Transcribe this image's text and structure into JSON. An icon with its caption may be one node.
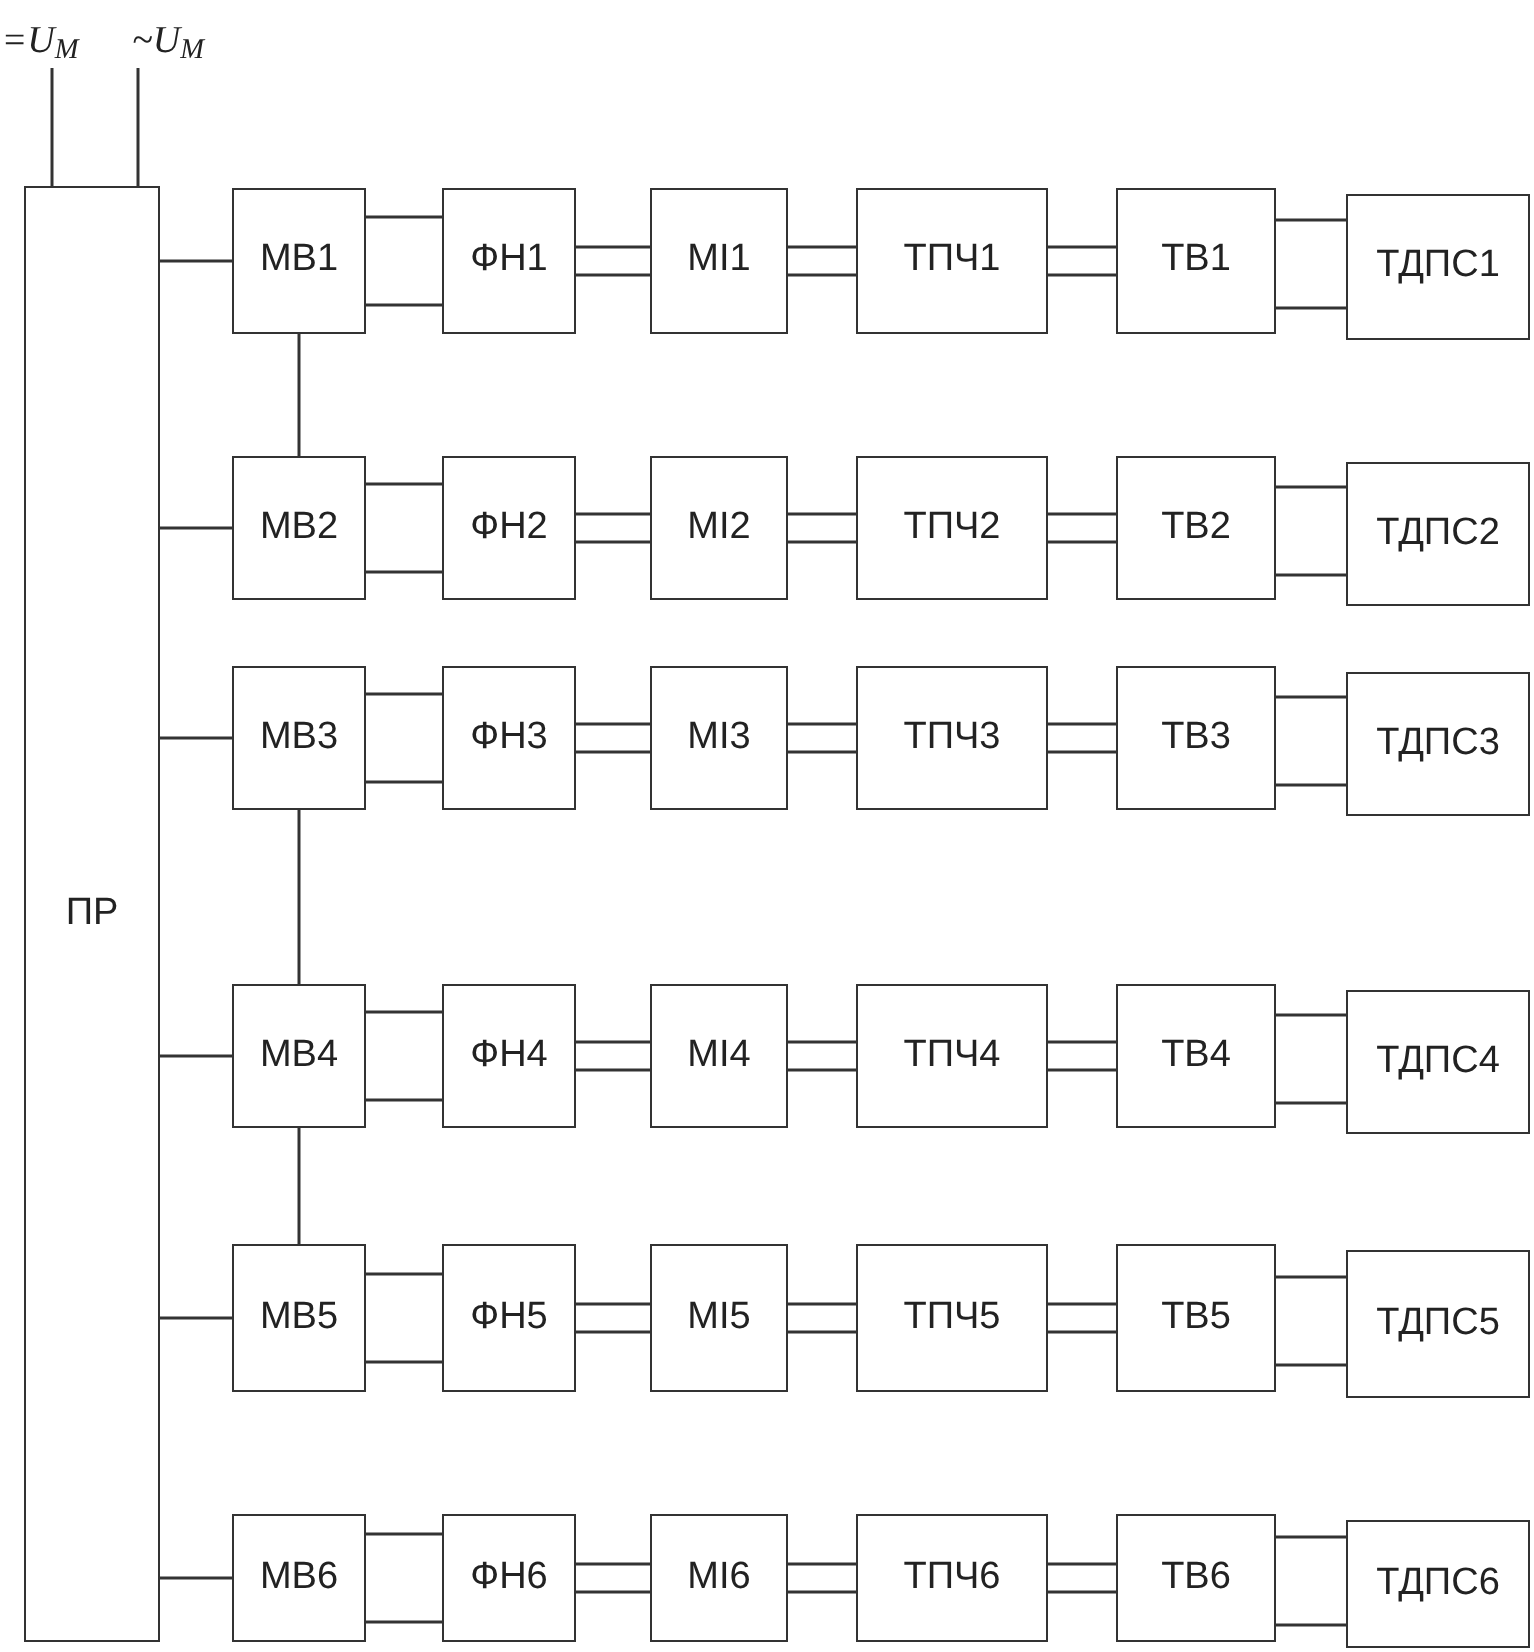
{
  "diagram": {
    "nodes": [
      {
        "text": [
          "=U$_{M}$"
        ]
      },
      {
        "text": [
          "~U$_{M}$"
        ]
      },
      {
        "text": [
          "ПР"
        ]
      },
      {
        "text": [
          "МВ1"
        ]
      },
      {
        "text": [
          "ФН1"
        ]
      },
      {
        "text": [
          "МІ1"
        ]
      },
      {
        "text": [
          "ТПЧ1"
        ]
      },
      {
        "text": [
          "ТВ1"
        ]
      },
      {
        "text": [
          "ТДПС1"
        ]
      },
      {
        "text": [
          "МВ2"
        ]
      },
      {
        "text": [
          "ФН2"
        ]
      },
      {
        "text": [
          "МІ2"
        ]
      },
      {
        "text": [
          "ТПЧ2"
        ]
      },
      {
        "text": [
          "ТВ2"
        ]
      },
      {
        "text": [
          "ТДПС2"
        ]
      },
      {
        "text": [
          "МВ3"
        ]
      },
      {
        "text": [
          "ФН3"
        ]
      },
      {
        "text": [
          "МІ3"
        ]
      },
      {
        "text": [
          "ТПЧ3"
        ]
      },
      {
        "text": [
          "ТВ3"
        ]
      },
      {
        "text": [
          "ТДПС3"
        ]
      },
      {
        "text": [
          "МВ4"
        ]
      },
      {
        "text": [
          "ФН4"
        ]
      },
      {
        "text": [
          "МІ4"
        ]
      },
      {
        "text": [
          "ТПЧ4"
        ]
      },
      {
        "text": [
          "ТВ4"
        ]
      },
      {
        "text": [
          "ТДПС4"
        ]
      },
      {
        "text": [
          "МВ5"
        ]
      },
      {
        "text": [
          "ФН5"
        ]
      },
      {
        "text": [
          "МІ5"
        ]
      },
      {
        "text": [
          "ТПЧ5"
        ]
      },
      {
        "text": [
          "ТВ5"
        ]
      },
      {
        "text": [
          "ТДПС5"
        ]
      },
      {
        "text": [
          "МВ6"
        ]
      },
      {
        "text": [
          "ФН6"
        ]
      },
      {
        "text": [
          "МІ6"
        ]
      },
      {
        "text": [
          "ТПЧ6"
        ]
      },
      {
        "text": [
          "ТВ6"
        ]
      },
      {
        "text": [
          "ТДПС6"
        ]
      }
    ],
    "edges": [
      {
        "from": 0,
        "to": 2,
        "arrow": "none"
      },
      {
        "from": 1,
        "to": 2,
        "arrow": "none"
      },
      {
        "from": 2,
        "to": 3,
        "arrow": "none"
      },
      {
        "from": 3,
        "to": 4,
        "arrow": "none"
      },
      {
        "from": 3,
        "to": 4,
        "arrow": "none"
      },
      {
        "from": 4,
        "to": 5,
        "arrow": "none"
      },
      {
        "from": 4,
        "to": 5,
        "arrow": "none"
      },
      {
        "from": 5,
        "to": 6,
        "arrow": "none"
      },
      {
        "from": 5,
        "to": 6,
        "arrow": "none"
      },
      {
        "from": 6,
        "to": 7,
        "arrow": "none"
      },
      {
        "from": 6,
        "to": 7,
        "arrow": "none"
      },
      {
        "from": 7,
        "to": 8,
        "arrow": "none"
      },
      {
        "from": 7,
        "to": 8,
        "arrow": "none"
      },
      {
        "from": 2,
        "to": 9,
        "arrow": "none"
      },
      {
        "from": 9,
        "to": 10,
        "arrow": "none"
      },
      {
        "from": 9,
        "to": 10,
        "arrow": "none"
      },
      {
        "from": 10,
        "to": 11,
        "arrow": "none"
      },
      {
        "from": 10,
        "to": 11,
        "arrow": "none"
      },
      {
        "from": 11,
        "to": 12,
        "arrow": "none"
      },
      {
        "from": 11,
        "to": 12,
        "arrow": "none"
      },
      {
        "from": 12,
        "to": 13,
        "arrow": "none"
      },
      {
        "from": 12,
        "to": 13,
        "arrow": "none"
      },
      {
        "from": 13,
        "to": 14,
        "arrow": "none"
      },
      {
        "from": 13,
        "to": 14,
        "arrow": "none"
      },
      {
        "from": 2,
        "to": 15,
        "arrow": "none"
      },
      {
        "from": 15,
        "to": 16,
        "arrow": "none"
      },
      {
        "from": 15,
        "to": 16,
        "arrow": "none"
      },
      {
        "from": 16,
        "to": 17,
        "arrow": "none"
      },
      {
        "from": 16,
        "to": 17,
        "arrow": "none"
      },
      {
        "from": 17,
        "to": 18,
        "arrow": "none"
      },
      {
        "from": 17,
        "to": 18,
        "arrow": "none"
      },
      {
        "from": 18,
        "to": 19,
        "arrow": "none"
      },
      {
        "from": 18,
        "to": 19,
        "arrow": "none"
      },
      {
        "from": 19,
        "to": 20,
        "arrow": "none"
      },
      {
        "from": 19,
        "to": 20,
        "arrow": "none"
      },
      {
        "from": 2,
        "to": 21,
        "arrow": "none"
      },
      {
        "from": 21,
        "to": 22,
        "arrow": "none"
      },
      {
        "from": 21,
        "to": 22,
        "arrow": "none"
      },
      {
        "from": 22,
        "to": 23,
        "arrow": "none"
      },
      {
        "from": 22,
        "to": 23,
        "arrow": "none"
      },
      {
        "from": 23,
        "to": 24,
        "arrow": "none"
      },
      {
        "from": 23,
        "to": 24,
        "arrow": "none"
      },
      {
        "from": 24,
        "to": 25,
        "arrow": "none"
      },
      {
        "from": 24,
        "to": 25,
        "arrow": "none"
      },
      {
        "from": 25,
        "to": 26,
        "arrow": "none"
      },
      {
        "from": 25,
        "to": 26,
        "arrow": "none"
      },
      {
        "from": 2,
        "to": 27,
        "arrow": "none"
      },
      {
        "from": 27,
        "to": 28,
        "arrow": "none"
      },
      {
        "from": 27,
        "to": 28,
        "arrow": "none"
      },
      {
        "from": 28,
        "to": 29,
        "arrow": "none"
      },
      {
        "from": 28,
        "to": 29,
        "arrow": "none"
      },
      {
        "from": 29,
        "to": 30,
        "arrow": "none"
      },
      {
        "from": 29,
        "to": 30,
        "arrow": "none"
      },
      {
        "from": 30,
        "to": 31,
        "arrow": "none"
      },
      {
        "from": 30,
        "to": 31,
        "arrow": "none"
      },
      {
        "from": 31,
        "to": 32,
        "arrow": "none"
      },
      {
        "from": 31,
        "to": 32,
        "arrow": "none"
      },
      {
        "from": 2,
        "to": 33,
        "arrow": "none"
      },
      {
        "from": 33,
        "to": 34,
        "arrow": "none"
      },
      {
        "from": 33,
        "to": 34,
        "arrow": "none"
      },
      {
        "from": 34,
        "to": 35,
        "arrow": "none"
      },
      {
        "from": 34,
        "to": 35,
        "arrow": "none"
      },
      {
        "from": 35,
        "to": 36,
        "arrow": "none"
      },
      {
        "from": 35,
        "to": 36,
        "arrow": "none"
      },
      {
        "from": 36,
        "to": 37,
        "arrow": "none"
      },
      {
        "from": 36,
        "to": 37,
        "arrow": "none"
      },
      {
        "from": 37,
        "to": 38,
        "arrow": "none"
      },
      {
        "from": 37,
        "to": 38,
        "arrow": "none"
      },
      {
        "from": 3,
        "to": 9,
        "arrow": "none"
      },
      {
        "from": 15,
        "to": 21,
        "arrow": "none"
      },
      {
        "from": 21,
        "to": 27,
        "arrow": "none"
      }
    ]
  }
}
